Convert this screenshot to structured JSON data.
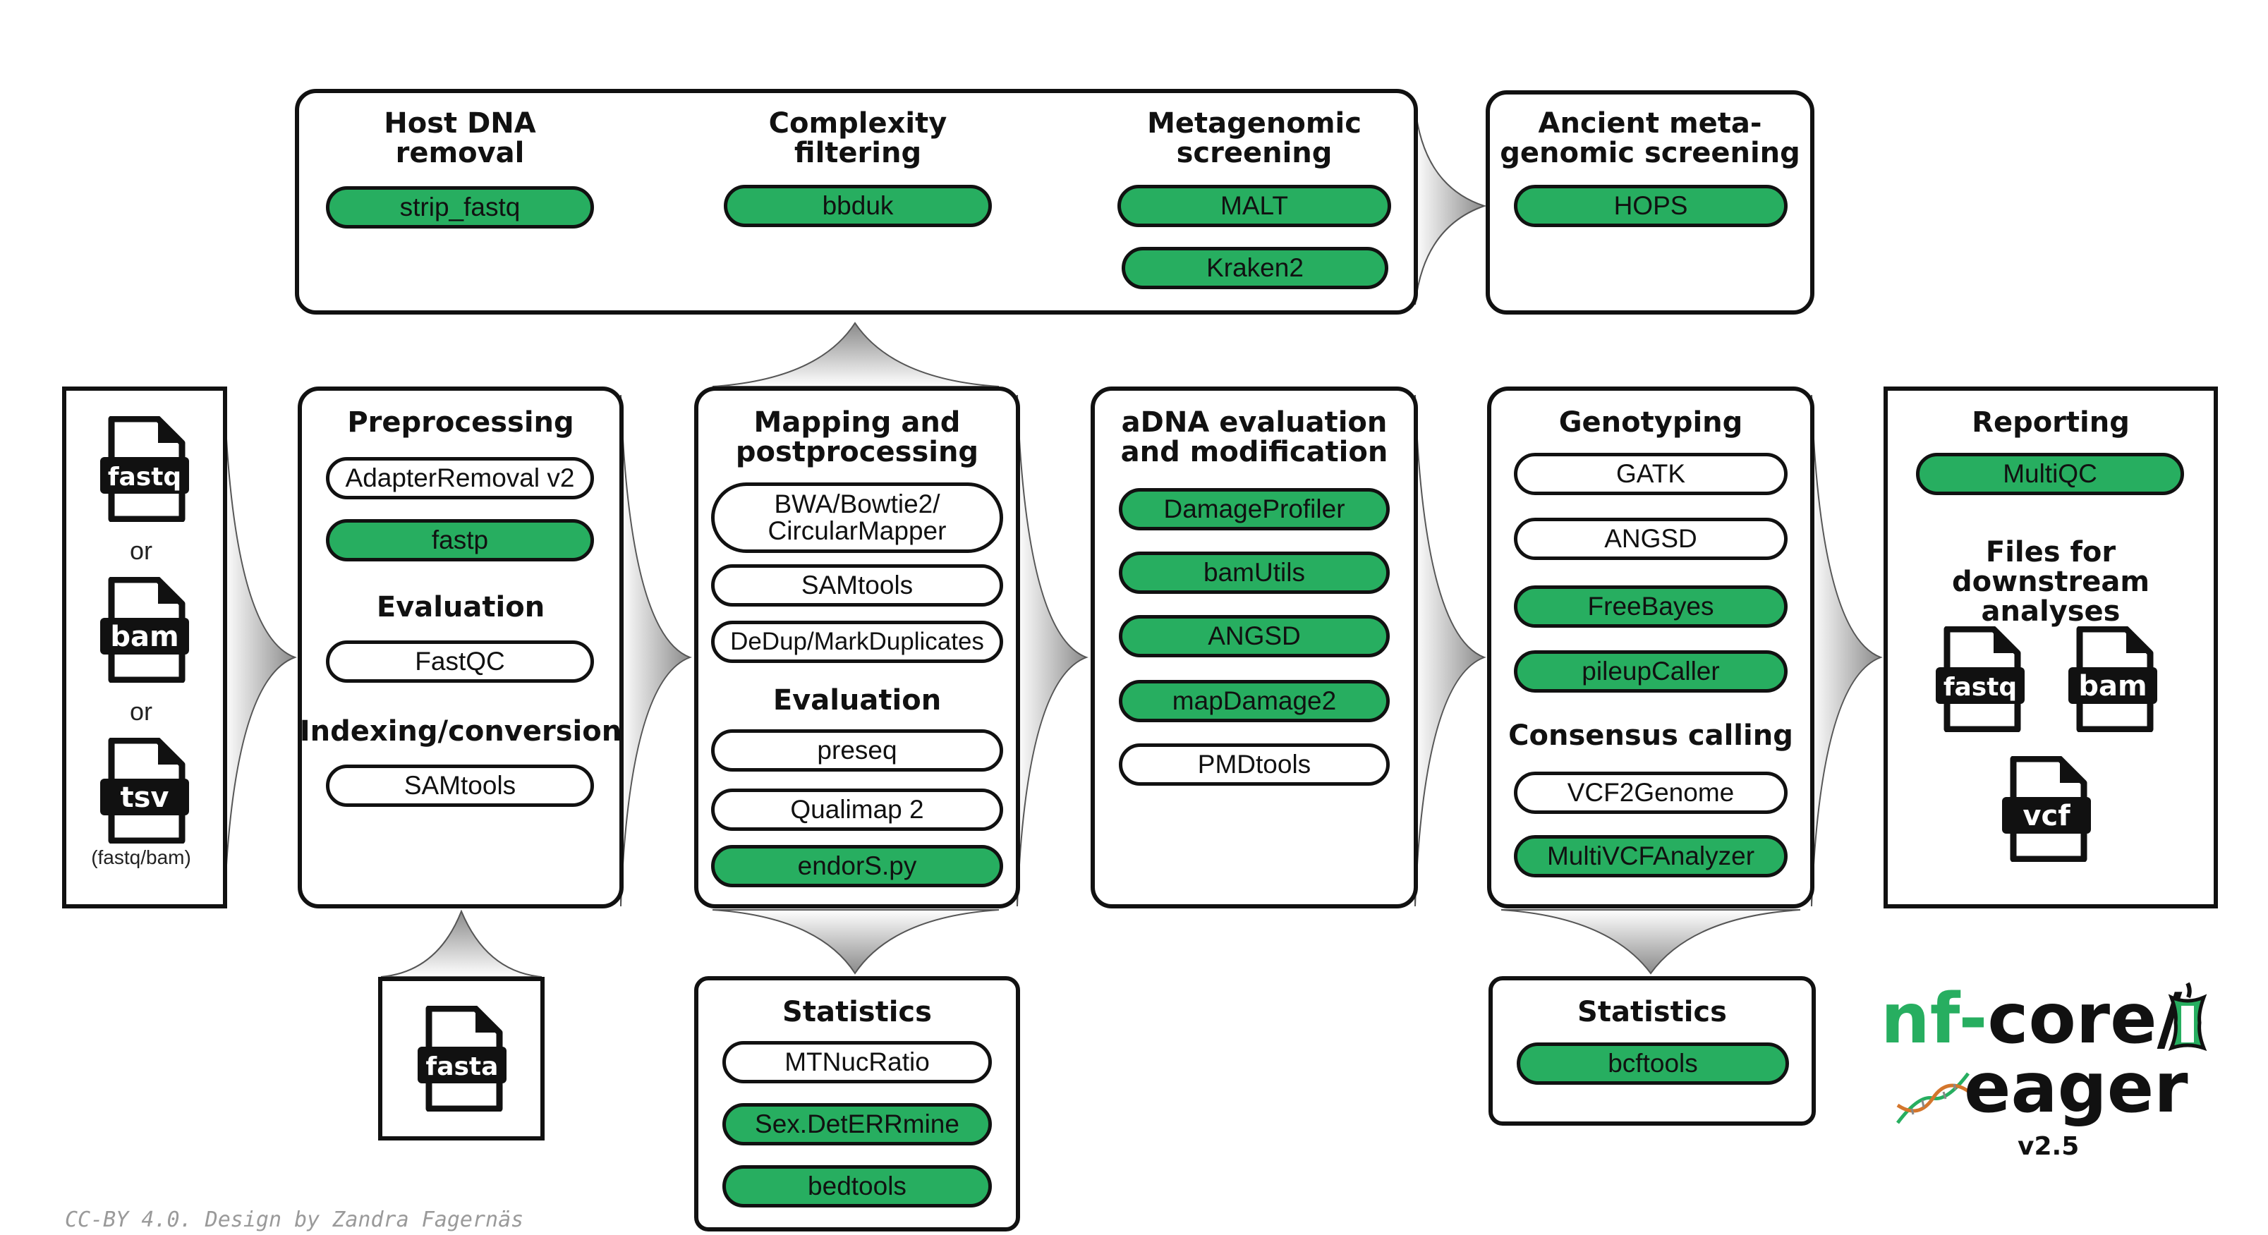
{
  "colors": {
    "accent": "#27ae60",
    "outline": "#111111"
  },
  "input": {
    "files": [
      "fastq",
      "bam",
      "tsv"
    ],
    "or1": "or",
    "or2": "or",
    "note": "(fastq/bam)"
  },
  "reference": {
    "file": "fasta"
  },
  "preprocessing": {
    "title": "Preprocessing",
    "tools": [
      "AdapterRemoval v2",
      "fastp"
    ],
    "eval_title": "Evaluation",
    "eval_tools": [
      "FastQC"
    ],
    "index_title": "Indexing/conversion",
    "index_tools": [
      "SAMtools"
    ]
  },
  "mapping": {
    "title": "Mapping and\npostprocessing",
    "tools": [
      "BWA/Bowtie2/\nCircularMapper",
      "SAMtools",
      "DeDup/MarkDuplicates"
    ],
    "eval_title": "Evaluation",
    "eval_tools": [
      "preseq",
      "Qualimap 2",
      "endorS.py"
    ]
  },
  "stats1": {
    "title": "Statistics",
    "tools": [
      "MTNucRatio",
      "Sex.DetERRmine",
      "bedtools"
    ]
  },
  "adna": {
    "title": "aDNA evaluation\nand modification",
    "tools": [
      "DamageProfiler",
      "bamUtils",
      "ANGSD",
      "mapDamage2",
      "PMDtools"
    ]
  },
  "genotyping": {
    "title": "Genotyping",
    "tools": [
      "GATK",
      "ANGSD",
      "FreeBayes",
      "pileupCaller"
    ],
    "consensus_title": "Consensus calling",
    "consensus_tools": [
      "VCF2Genome",
      "MultiVCFAnalyzer"
    ]
  },
  "stats2": {
    "title": "Statistics",
    "tools": [
      "bcftools"
    ]
  },
  "reporting": {
    "title": "Reporting",
    "tools": [
      "MultiQC"
    ],
    "downstream_title": "Files for downstream\nanalyses",
    "files": [
      "fastq",
      "bam",
      "vcf"
    ]
  },
  "metagenomics": {
    "host_title": "Host DNA\nremoval",
    "host_tools": [
      "strip_fastq"
    ],
    "complexity_title": "Complexity\nfiltering",
    "complexity_tools": [
      "bbduk"
    ],
    "meta_title": "Metagenomic\nscreening",
    "meta_tools": [
      "MALT",
      "Kraken2"
    ]
  },
  "ancient": {
    "title": "Ancient meta-\ngenomic screening",
    "tools": [
      "HOPS"
    ]
  },
  "logo": {
    "prefix": "nf-",
    "core": "core/",
    "name": "eager",
    "version": "v2.5"
  },
  "footer": "CC-BY 4.0. Design by Zandra Fagernäs"
}
